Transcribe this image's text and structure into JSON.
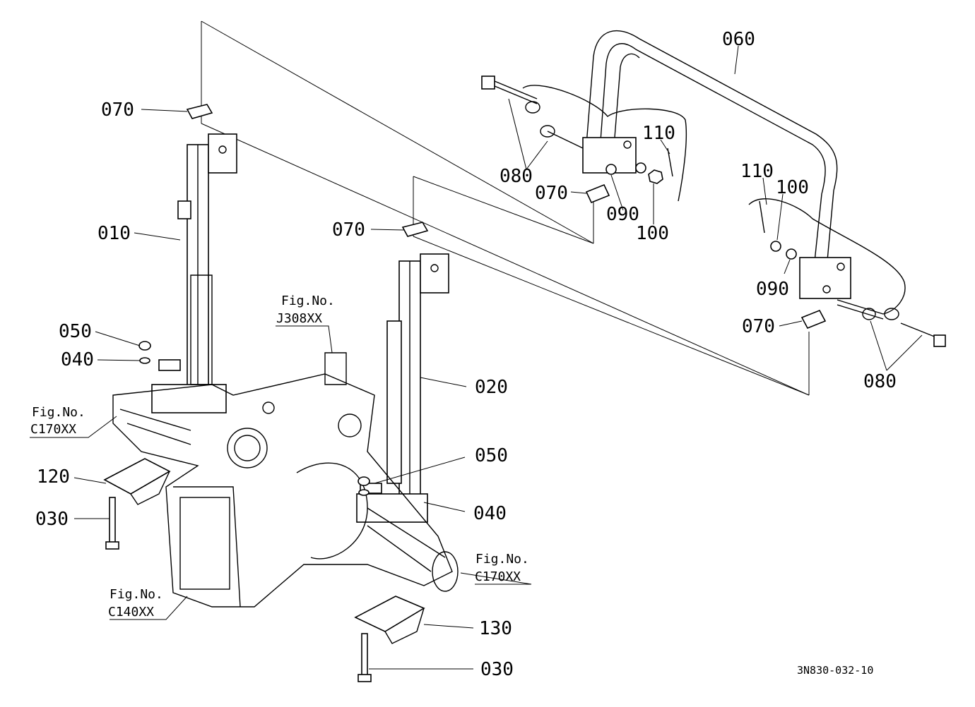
{
  "parts": {
    "p010": "010",
    "p020": "020",
    "p030a": "030",
    "p030b": "030",
    "p040a": "040",
    "p040b": "040",
    "p050a": "050",
    "p050b": "050",
    "p060": "060",
    "p070a": "070",
    "p070b": "070",
    "p070c": "070",
    "p070d": "070",
    "p080a": "080",
    "p080b": "080",
    "p090a": "090",
    "p090b": "090",
    "p100a": "100",
    "p100b": "100",
    "p110a": "110",
    "p110b": "110",
    "p120": "120",
    "p130": "130"
  },
  "figrefs": {
    "j308_label": "Fig.No.",
    "j308_code": "J308XX",
    "c170_left_label": "Fig.No.",
    "c170_left_code": "C170XX",
    "c170_right_label": "Fig.No.",
    "c170_right_code": "C170XX",
    "c140_label": "Fig.No.",
    "c140_code": "C140XX"
  },
  "drawing_code": "3N830-032-10"
}
